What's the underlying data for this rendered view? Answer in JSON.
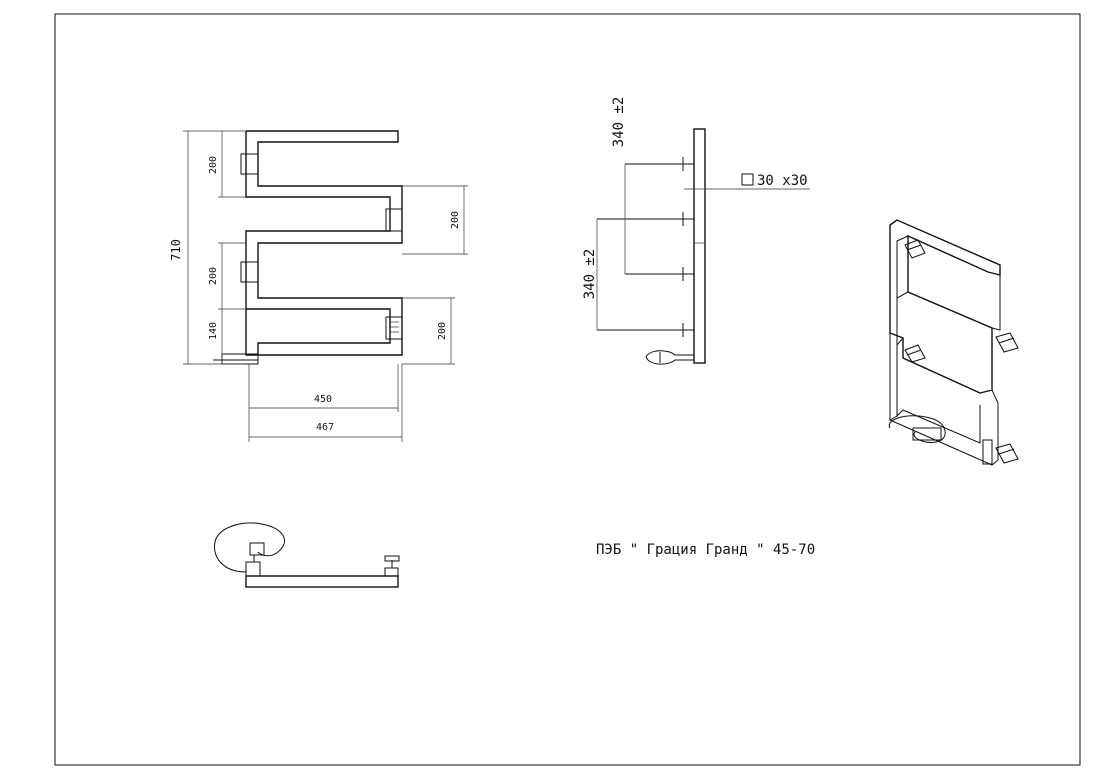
{
  "product_title": "ПЭБ \" Грация Гранд \" 45-70",
  "front_view": {
    "dim_total_height": "710",
    "dim_left_top": "200",
    "dim_left_mid": "200",
    "dim_left_bottom": "140",
    "dim_right_top": "200",
    "dim_right_bottom": "200",
    "dim_width_inner": "450",
    "dim_width_outer": "467"
  },
  "side_view": {
    "dim_top_spacing": "340  ±2",
    "dim_mid_spacing": "340  ±2",
    "profile_label": "30  x30"
  }
}
